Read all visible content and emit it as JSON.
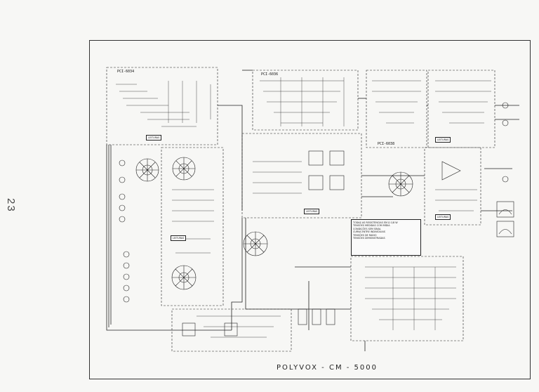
{
  "page": {
    "page_number": "23",
    "title": "POLYVOX - CM - 5000"
  },
  "modules": {
    "pci_top_left": "PCI-6034",
    "pci_top_center": "PCI-6036",
    "pci_top_right": "PCI-6038"
  },
  "notes": {
    "lines": [
      "TODAS AS RESISTENCIAS EM Ω 1/8 W",
      "TENSÕES MEDIDAS COM MÍDIA",
      "CONDIÇÕES SEM SINAL",
      "CURVA ENTRE INDIVIDUAIS",
      "TENSÕES DE RADIO",
      "TENSÕES DEMONSTRADAS"
    ]
  },
  "captions": {
    "top_left": "LEITURAS",
    "center": "LEITURAS",
    "right_top": "LEITURAS",
    "right_mid": "LEITURAS",
    "left_mid": "LEITURAS"
  }
}
